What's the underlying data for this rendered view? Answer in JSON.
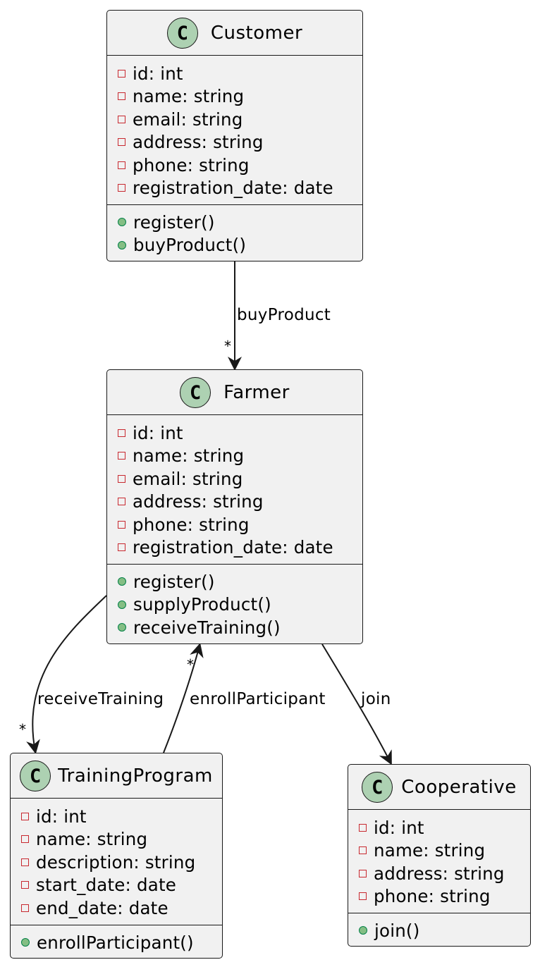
{
  "diagram": {
    "classes": {
      "customer": {
        "badge": "C",
        "name": "Customer",
        "attributes": [
          "id: int",
          "name: string",
          "email: string",
          "address: string",
          "phone: string",
          "registration_date: date"
        ],
        "methods": [
          "register()",
          "buyProduct()"
        ]
      },
      "farmer": {
        "badge": "C",
        "name": "Farmer",
        "attributes": [
          "id: int",
          "name: string",
          "email: string",
          "address: string",
          "phone: string",
          "registration_date: date"
        ],
        "methods": [
          "register()",
          "supplyProduct()",
          "receiveTraining()"
        ]
      },
      "training": {
        "badge": "C",
        "name": "TrainingProgram",
        "attributes": [
          "id: int",
          "name: string",
          "description: string",
          "start_date: date",
          "end_date: date"
        ],
        "methods": [
          "enrollParticipant()"
        ]
      },
      "coop": {
        "badge": "C",
        "name": "Cooperative",
        "attributes": [
          "id: int",
          "name: string",
          "address: string",
          "phone: string"
        ],
        "methods": [
          "join()"
        ]
      }
    },
    "relations": {
      "buy": {
        "label": "buyProduct",
        "multiplicity": "*"
      },
      "receive": {
        "label": "receiveTraining",
        "multiplicity": "*"
      },
      "enroll": {
        "label": "enrollParticipant",
        "multiplicity": "*"
      },
      "join": {
        "label": "join"
      }
    },
    "colors": {
      "box_fill": "#f1f1f1",
      "border": "#181818",
      "badge_fill": "#add1b2",
      "private_marker": "#c82930",
      "public_marker_fill": "#84be84",
      "public_marker_border": "#038048"
    }
  }
}
